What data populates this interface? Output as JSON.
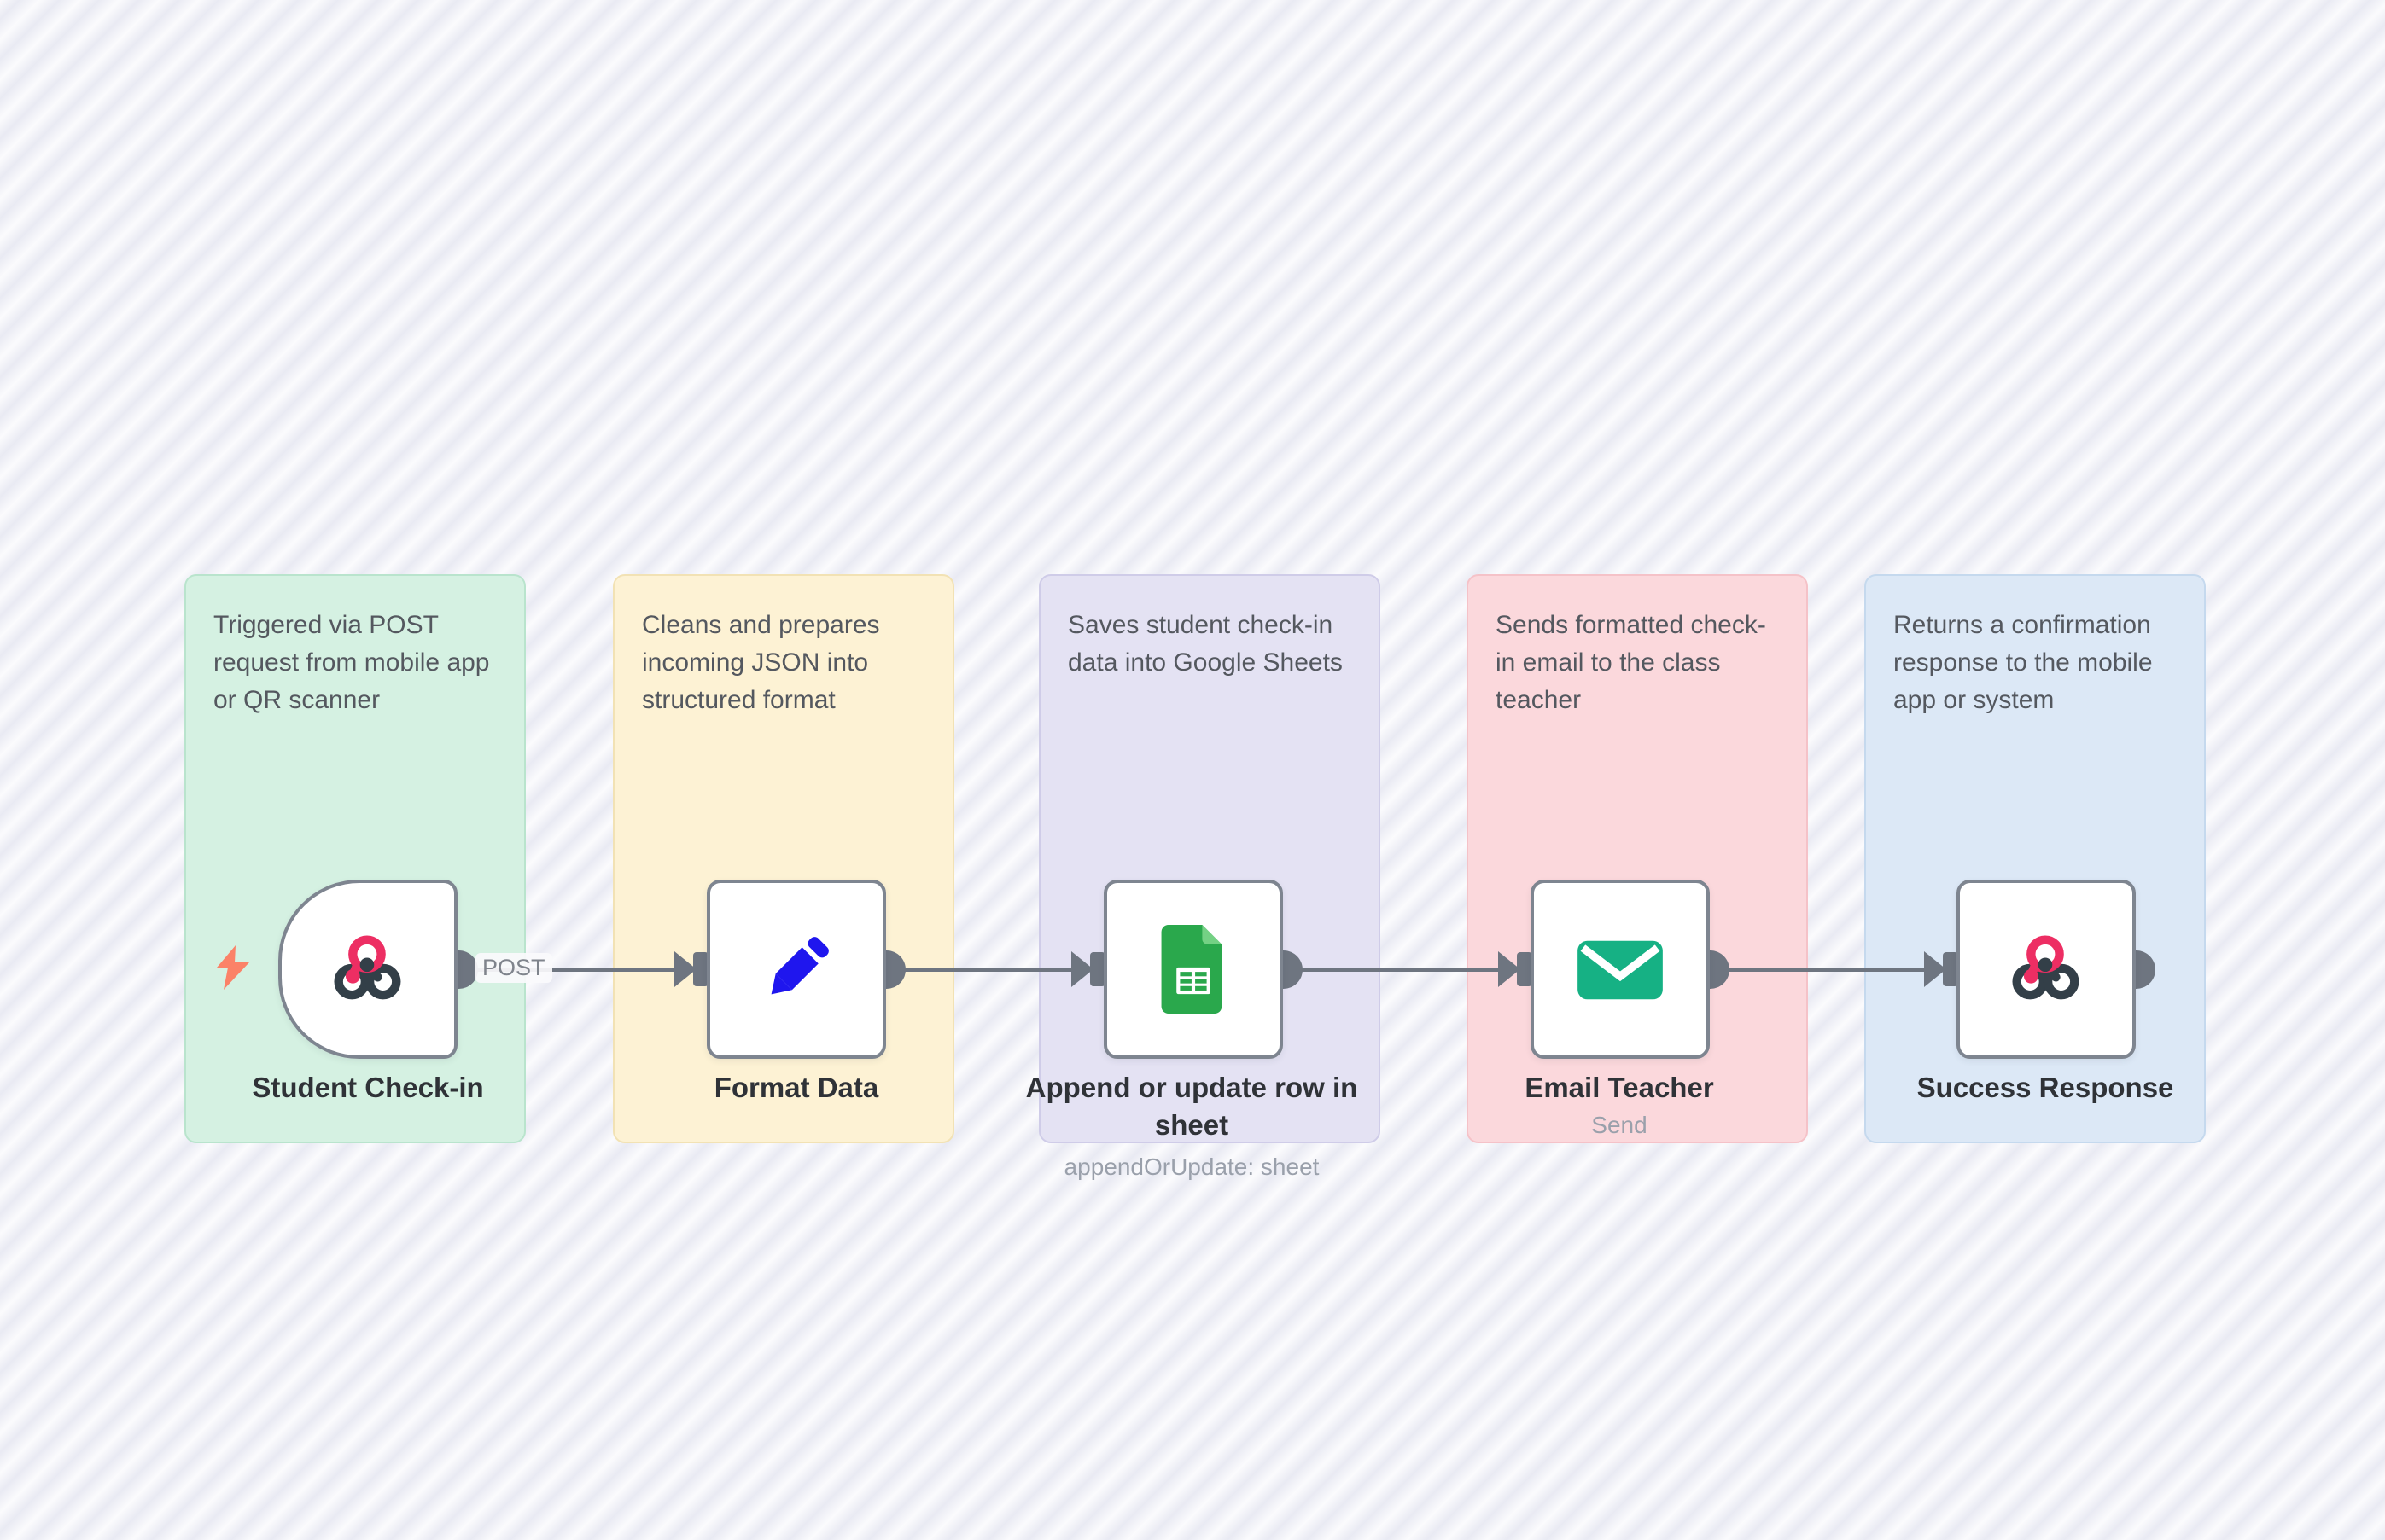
{
  "canvas": {
    "background_stripe_light": "#fbfbfd",
    "background_stripe_dark": "#e9eaf3",
    "connector_color": "#6e7580"
  },
  "nodes": [
    {
      "id": "student-check-in",
      "label": "Student Check-in",
      "note": "Triggered via POST request from mobile app or QR scanner",
      "note_color": "#d5f1e2",
      "icon": "webhook-icon",
      "trigger": true
    },
    {
      "id": "format-data",
      "label": "Format Data",
      "note": "Cleans and prepares incoming JSON into structured format",
      "note_color": "#fdf2d4",
      "icon": "pencil-icon"
    },
    {
      "id": "append-or-update-row-in-sheet",
      "label": "Append or update row in sheet",
      "sublabel": "appendOrUpdate: sheet",
      "note": "Saves student check-in data into Google Sheets",
      "note_color": "#e4e2f3",
      "icon": "google-sheets-icon"
    },
    {
      "id": "email-teacher",
      "label": "Email Teacher",
      "sublabel": "Send",
      "note": "Sends formatted check-in email to the class teacher",
      "note_color": "#fbd8dc",
      "icon": "envelope-icon"
    },
    {
      "id": "success-response",
      "label": "Success Response",
      "note": "Returns a confirmation response to the mobile app or system",
      "note_color": "#dce8f6",
      "icon": "webhook-icon"
    }
  ],
  "connections": [
    {
      "from": "student-check-in",
      "to": "format-data",
      "label": "POST"
    },
    {
      "from": "format-data",
      "to": "append-or-update-row-in-sheet",
      "label": ""
    },
    {
      "from": "append-or-update-row-in-sheet",
      "to": "email-teacher",
      "label": ""
    },
    {
      "from": "email-teacher",
      "to": "success-response",
      "label": ""
    }
  ],
  "icon_colors": {
    "webhook_pink": "#ed2e63",
    "webhook_dark": "#333f48",
    "pencil_blue": "#1f16ee",
    "sheets_green": "#2aa84c",
    "sheets_fold": "#74d184",
    "envelope_teal": "#16b184",
    "lightning_coral": "#fb8268"
  }
}
